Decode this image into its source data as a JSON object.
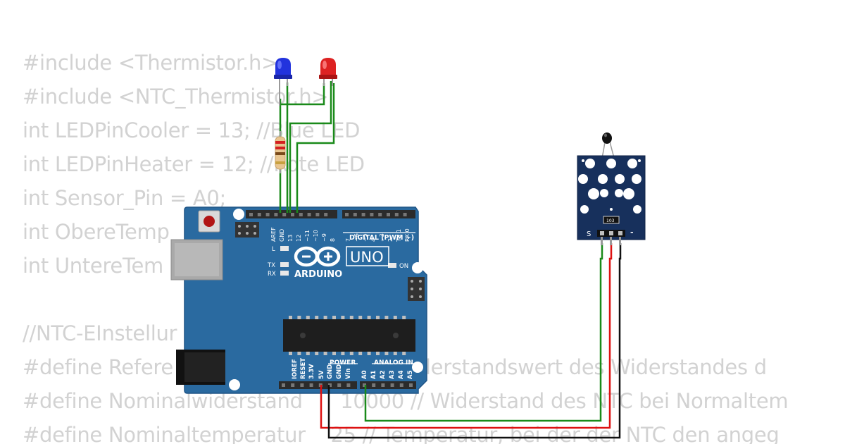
{
  "code_lines": [
    "#include <Thermistor.h>",
    "#include <NTC_Thermistor.h>",
    "int LEDPinCooler = 13; //Blue LED",
    "int LEDPinHeater = 12; //Rote LED",
    "int Sensor_Pin = A0;",
    "int ObereTemp",
    "int UntereTem",
    "",
    "//NTC-EInstellur",
    "#define Refere                                   Widerstandswert des Widerstandes d",
    "#define Nominalwiderstand      10000 // Widerstand des NTC bei Normaltem",
    "#define Nominaltemperatur    25 // Temperatur, bei der der NTC den angeg"
  ],
  "arduino": {
    "brand": "ARDUINO",
    "model": "UNO",
    "digital_label": "DIGITAL (PWM ~)",
    "power_label": "POWER",
    "analog_label": "ANALOG IN",
    "led_l": "L",
    "led_tx": "TX",
    "led_rx": "RX",
    "led_on": "ON",
    "digital_pins": [
      "AREF",
      "GND",
      "13",
      "12",
      "~11",
      "~10",
      "~9",
      "8",
      "7",
      "~6",
      "~5",
      "4",
      "~3",
      "2",
      "TX 1",
      "RX 0"
    ],
    "power_pins": [
      "IOREF",
      "RESET",
      "3.3V",
      "5V",
      "GND",
      "GND",
      "Vin"
    ],
    "analog_pins": [
      "A0",
      "A1",
      "A2",
      "A3",
      "A4",
      "A5"
    ]
  },
  "sensor_module": {
    "pin_s": "S",
    "pin_minus": "-",
    "resistor_code": "103"
  },
  "colors": {
    "board": "#2a6aa0",
    "wire_green": "#1a8a1a",
    "wire_red": "#dd1111",
    "wire_black": "#111111",
    "led_blue": "#2233dd",
    "led_red": "#dd2222",
    "module": "#17305c",
    "code_text": "#d2d2d2"
  }
}
